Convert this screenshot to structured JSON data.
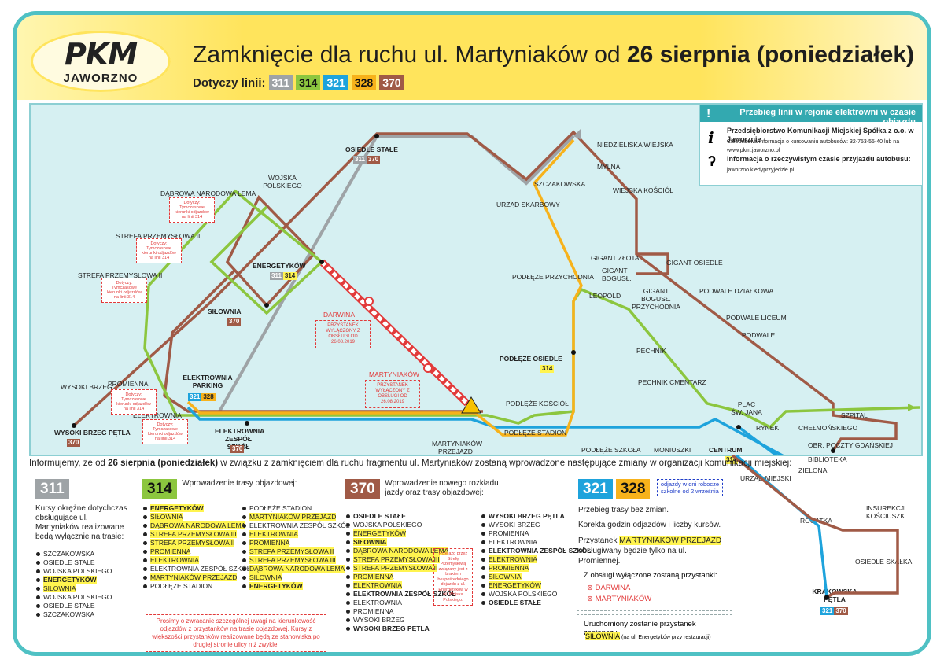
{
  "header": {
    "logo_top": "PKM",
    "logo_city": "JAWORZNO",
    "title_main": "Zamknięcie dla ruchu ul. Martyniaków od ",
    "title_bold": "26 sierpnia (poniedziałek)",
    "lines_label": "Dotyczy linii:",
    "lines": [
      {
        "num": "311",
        "color": "#9ea3a6"
      },
      {
        "num": "314",
        "color": "#8cc63f"
      },
      {
        "num": "321",
        "color": "#1ea3dc"
      },
      {
        "num": "328",
        "color": "#f7b21b"
      },
      {
        "num": "370",
        "color": "#a05a46"
      }
    ]
  },
  "legend": {
    "title": "Przebieg linii w rejonie elektrowni w czasie objazdu",
    "company": "Przedsiębiorstwo Komunikacji Miejskiej Spółka z o.o. w Jaworznie",
    "company_info": "Całodobowa informacja o kursowaniu autobusów: 32-753-55-40 lub na www.pkm.jaworzno.pl",
    "realtime": "Informacja o rzeczywistym czasie przyjazdu autobusu:",
    "realtime_url": "jaworzno.kiedyprzyjedzie.pl"
  },
  "map": {
    "stops": {
      "osiedle_stale": "OSIEDLE STAŁE",
      "niedzieliska": "NIEDZIELISKA WIEJSKA",
      "mylna": "MYLNA",
      "wiejska_kosciol": "WIEJSKA KOŚCIÓŁ",
      "szczakowska": "SZCZAKOWSKA",
      "urzad_skarbowy": "URZĄD SKARBOWY",
      "wojska_polskiego": "WOJSKA POLSKIEGO",
      "dabrowa_lema": "DĄBROWA NARODOWA LEMA",
      "strefa_iii": "STREFA PRZEMYSŁOWA III",
      "strefa_ii": "STREFA PRZEMYSŁOWA II",
      "energetykow": "ENERGETYKÓW",
      "silownia": "SIŁOWNIA",
      "darwina": "DARWINA",
      "martyniakow": "MARTYNIAKÓW",
      "gigant_zlota": "GIGANT ZŁOTA",
      "gigant_osiedle": "GIGANT OSIEDLE",
      "gigant_bogusl": "GIGANT BOGUSŁ.",
      "gigant_bogusl_przych": "GIGANT BOGUSŁ. PRZYCHODNIA",
      "leopold": "LEOPOLD",
      "podleze_przychodnia": "PODŁĘŻE PRZYCHODNIA",
      "podwale_dzialkowa": "PODWALE DZIAŁKOWA",
      "podwale_liceum": "PODWALE LICEUM",
      "podwale": "PODWALE",
      "pechnik": "PECHNIK",
      "pechnik_cmentarz": "PECHNIK CMENTARZ",
      "podleze_osiedle": "PODŁĘŻE OSIEDLE",
      "podleze_kosciol": "PODŁĘŻE KOŚCIÓŁ",
      "podleze_stadion": "PODŁĘŻE STADION",
      "podleze_szkola": "PODŁĘŻE SZKOŁA",
      "moniuszki": "MONIUSZKI",
      "centrum": "CENTRUM",
      "plac_sw_jana": "PLAC ŚW. JANA",
      "rynek": "RYNEK",
      "chelmonskiego": "CHEŁMOŃSKIEGO",
      "szpital": "SZPITAL",
      "obr_poczty": "OBR. POCZTY GDAŃSKIEJ",
      "biblioteka": "BIBLIOTEKA",
      "zielona": "ZIELONA",
      "urzad_miejski": "URZĄD MIEJSKI",
      "rogatka": "ROGATKA",
      "insurekcji": "INSUREKCJI KOŚCIUSZK.",
      "osiedle_skalka": "OSIEDLE SKAŁKA",
      "krakowska": "KRAKOWSKA PĘTLA",
      "wysoki_brzeg": "WYSOKI BRZEG",
      "wysoki_brzeg_petla": "WYSOKI BRZEG PĘTLA",
      "promienna": "PROMIENNA",
      "elektrownia": "ELEKTROWNIA",
      "elektrownia_parking": "ELEKTROWNIA PARKING",
      "elektrownia_zs": "ELEKTROWNIA ZESPÓŁ SZKÓŁ",
      "martyniakow_przejazd": "MARTYNIAKÓW PRZEJAZD"
    },
    "closed_note_darwina": "PRZYSTANEK WYŁĄCZONY Z OBSŁUGI OD 26.08.2019",
    "closed_note_martyniakow": "PRZYSTANEK WYŁĄCZONY Z OBSŁUGI OD 26.08.2019",
    "temp_note": "Dotyczy: Tymczasowe kierunki odjazdów na linii 314"
  },
  "bottom": {
    "intro_a": "Informujemy, że od ",
    "intro_b": "26 sierpnia (poniedziałek)",
    "intro_c": " w związku z zamknięciem dla ruchu fragmentu ul. Martyniaków zostaną wprowadzone następujące zmiany w organizacji komunikacji miejskiej:",
    "l311": {
      "num": "311",
      "text": "Kursy okrężne dotychczas obsługujące ul. Martyniaków realizowane będą wyłącznie na trasie:",
      "stops": [
        "SZCZAKOWSKA",
        "OSIEDLE STAŁE",
        "WOJSKA POLSKIEGO",
        "ENERGETYKÓW",
        "SIŁOWNIA",
        "WOJSKA POLSKIEGO",
        "OSIEDLE STAŁE",
        "SZCZAKOWSKA"
      ]
    },
    "l314": {
      "num": "314",
      "text": "Wprowadzenie trasy objazdowej:",
      "col1": [
        "ENERGETYKÓW",
        "SIŁOWNIA",
        "DĄBROWA NARODOWA LEMA",
        "STREFA PRZEMYSŁOWA III",
        "STREFA PRZEMYSŁOWA II",
        "PROMIENNA",
        "ELEKTROWNIA",
        "ELEKTROWNIA ZESPÓŁ SZKÓŁ",
        "MARTYNIAKÓW PRZEJAZD",
        "PODŁĘŻE STADION"
      ],
      "col2": [
        "PODŁĘŻE STADION",
        "MARTYNIAKÓW PRZEJAZD",
        "ELEKTROWNIA ZESPÓŁ SZKÓŁ",
        "ELEKTROWNIA",
        "PROMIENNA",
        "STREFA PRZEMYSŁOWA II",
        "STREFA PRZEMYSŁOWA III",
        "DĄBROWA NARODOWA LEMA",
        "SIŁOWNIA",
        "ENERGETYKÓW"
      ],
      "warning": "Prosimy o zwracanie szczególnej uwagi na kierunkowość odjazdów z przystanków na trasie objazdowej. Kursy z większości przystanków realizowane będą ze stanowiska po drugiej stronie ulicy niż zwykle."
    },
    "l370": {
      "num": "370",
      "text": "Wprowadzenie nowego rozkładu jazdy oraz trasy objazdowej:",
      "col1": [
        "OSIEDLE STAŁE",
        "WOJSKA POLSKIEGO",
        "ENERGETYKÓW",
        "SIŁOWNIA",
        "DĄBROWA NARODOWA LEMA",
        "STREFA PRZEMYSŁOWA III",
        "STREFA PRZEMYSŁOWA II",
        "PROMIENNA",
        "ELEKTROWNIA",
        "ELEKTROWNIA ZESPÓŁ SZKÓŁ",
        "ELEKTROWNIA",
        "PROMIENNA",
        "WYSOKI BRZEG",
        "WYSOKI BRZEG PĘTLA"
      ],
      "col2": [
        "WYSOKI BRZEG PĘTLA",
        "WYSOKI BRZEG",
        "PROMIENNA",
        "ELEKTROWNIA",
        "ELEKTROWNIA ZESPÓŁ SZKÓŁ",
        "ELEKTROWNIA",
        "PROMIENNA",
        "SIŁOWNIA",
        "ENERGETYKÓW",
        "WOJSKA POLSKIEGO",
        "OSIEDLE STAŁE"
      ],
      "note": "Przejazd przez Strefę Przemysłową związany jest z brakiem bezpośredniego dojazdu z ul. Energetyków w ul. Wojska Polskiego."
    },
    "l321": {
      "num1": "321",
      "num2": "328",
      "school_note": "odjazdy w dni robocze szkolne od 2 września",
      "text1": "Przebieg trasy bez zmian.",
      "text2": "Korekta godzin odjazdów i liczby kursów.",
      "text3a": "Przystanek ",
      "text3b": "MARTYNIAKÓW PRZEJAZD",
      "text3c": "obsługiwany będzie tylko na ul. Promiennej.",
      "excluded_title": "Z obsługi wyłączone zostaną przystanki:",
      "excluded": [
        "DARWINA",
        "MARTYNIAKÓW"
      ],
      "replacement_title": "Uruchomiony zostanie przystanek zastępczy:",
      "replacement": "SIŁOWNIA",
      "replacement_note": "(na ul. Energetyków przy restauracji)"
    }
  }
}
